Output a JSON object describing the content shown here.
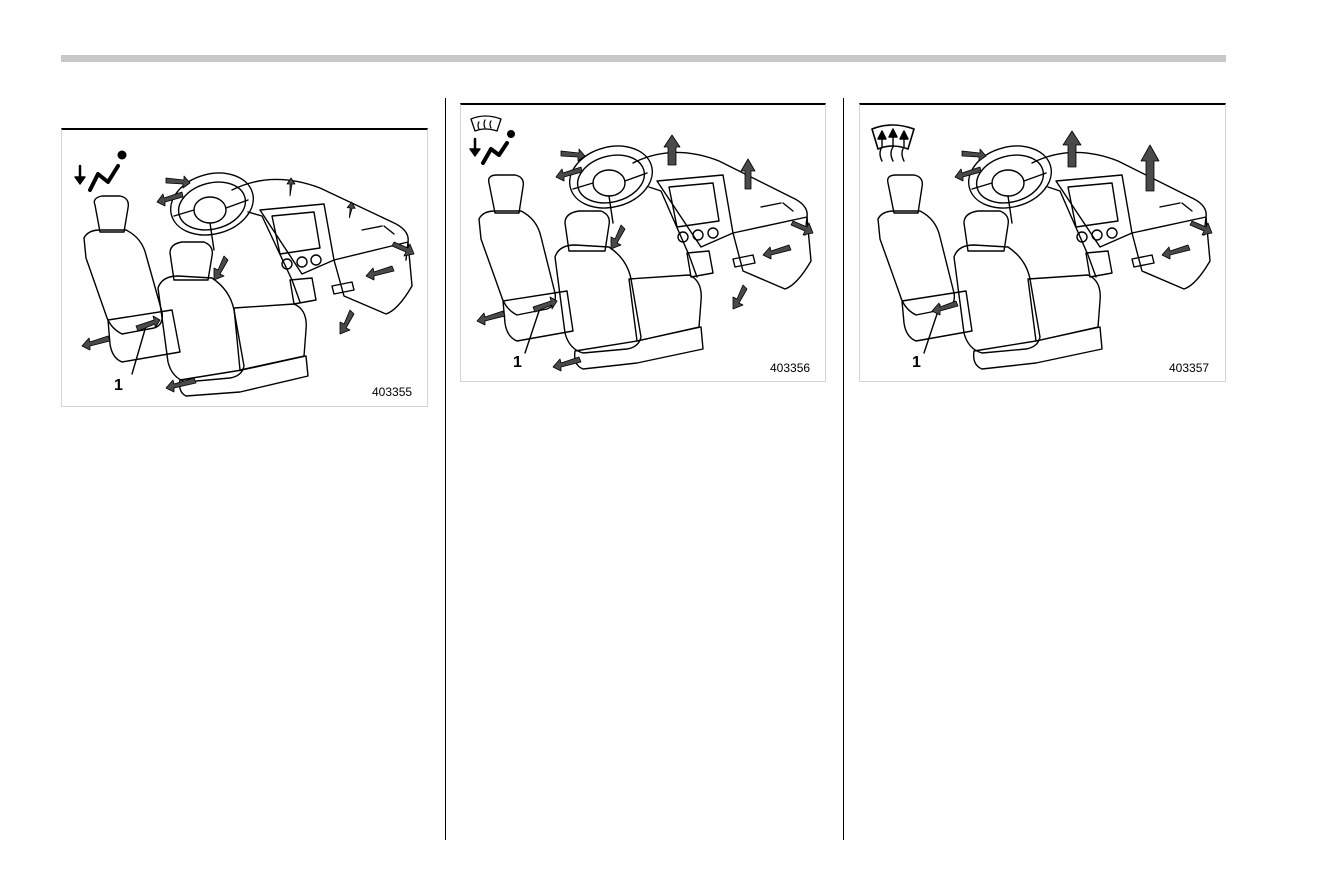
{
  "figures": [
    {
      "id": "fig1",
      "mode_icon": "bi-level-icon",
      "callout": "1",
      "code": "403355"
    },
    {
      "id": "fig2",
      "mode_icon": "heat-defrost-icon",
      "callout": "1",
      "code": "403356"
    },
    {
      "id": "fig3",
      "mode_icon": "defrost-icon",
      "callout": "1",
      "code": "403357"
    }
  ],
  "colors": {
    "rule": "#c8c8c8",
    "line": "#000000",
    "frame": "#d4d4d4",
    "arrow": "#4a4a4a"
  }
}
